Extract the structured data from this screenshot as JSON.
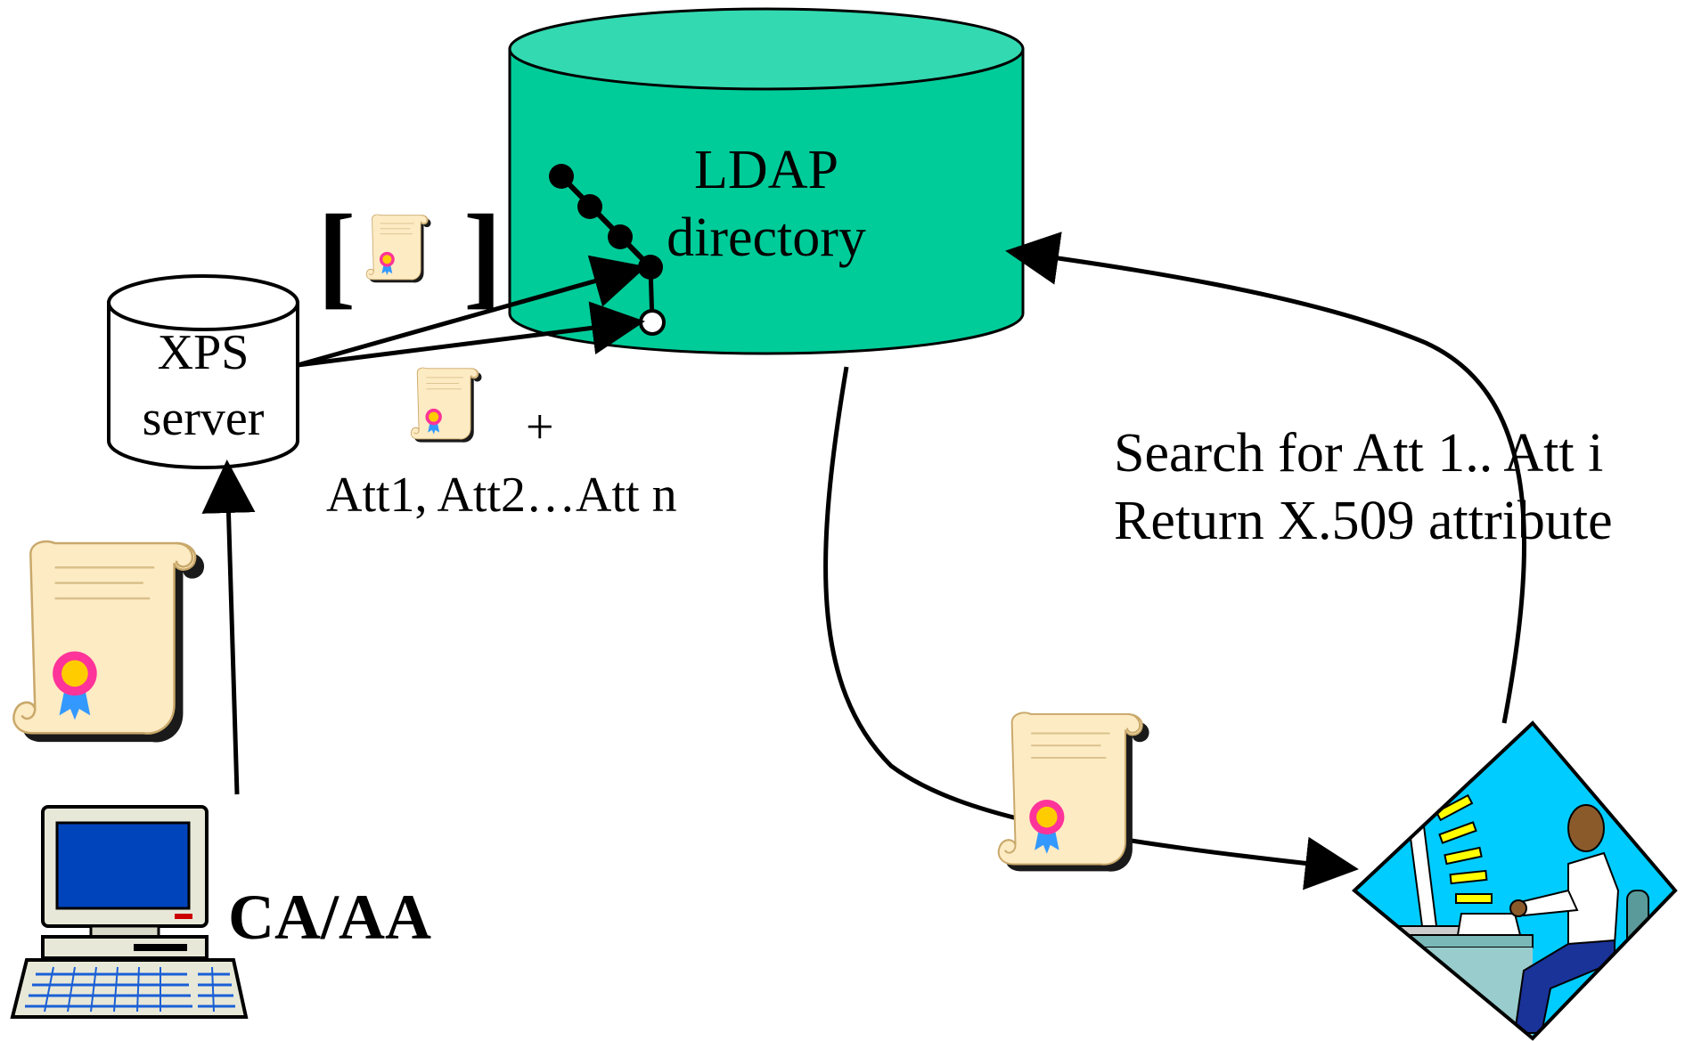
{
  "ldap": {
    "line1": "LDAP",
    "line2": "directory"
  },
  "xps": {
    "line1": "XPS",
    "line2": "server"
  },
  "publish": {
    "plus": "+",
    "attributes": "Att1, Att2…Att n",
    "bracket_open": "[",
    "bracket_close": "]"
  },
  "query": {
    "line1": "Search for Att 1.. Att i",
    "line2": "Return X.509 attribute"
  },
  "authority": {
    "label": "CA/AA"
  },
  "colors": {
    "ldap_fill": "#00cc99",
    "ldap_top": "#33d9b0",
    "scroll_fill": "#fdebc4",
    "diamond_fill": "#00ccff",
    "monitor_screen": "#0033cc",
    "seal_pink": "#ff3399",
    "seal_gold": "#ffcc00",
    "ribbon_blue": "#3399ff"
  },
  "icons": [
    "database-cylinder",
    "server-cylinder",
    "certificate-scroll-icon",
    "computer-icon",
    "user-at-workstation-icon",
    "directory-tree-icon"
  ]
}
